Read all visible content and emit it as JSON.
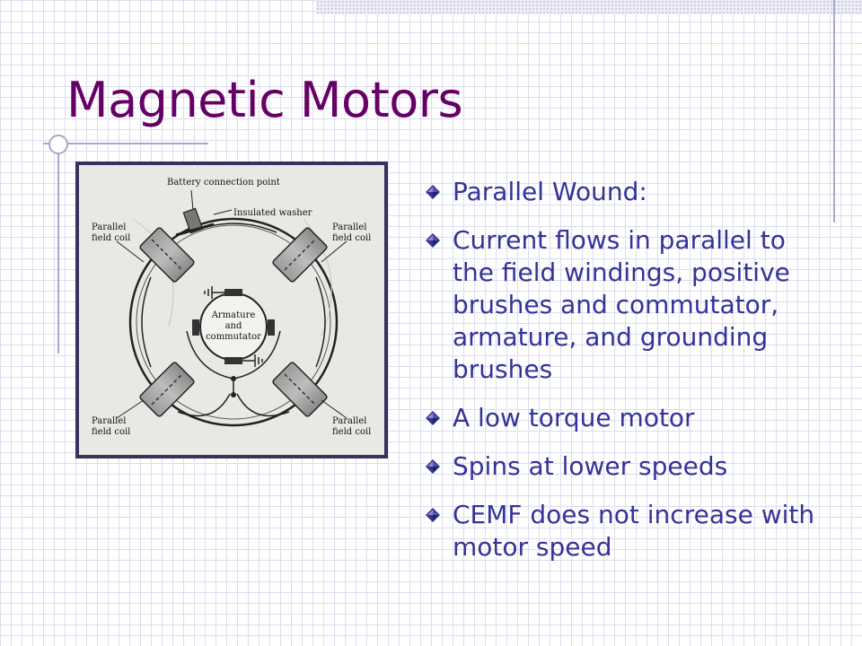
{
  "slide": {
    "title": "Magnetic Motors",
    "bullets": [
      "Parallel Wound:",
      "Current flows in parallel to the field windings, positive brushes and commutator, armature, and grounding brushes",
      "A low torque motor",
      "Spins at lower speeds",
      "CEMF does not increase with motor speed"
    ]
  },
  "figure": {
    "battery_label": "Battery connection point",
    "washer_label": "Insulated washer",
    "armature_label_1": "Armature",
    "armature_label_2": "and",
    "armature_label_3": "commutator",
    "coil_label_1": "Parallel",
    "coil_label_2": "field coil"
  },
  "theme": {
    "title_color": "#660066",
    "text_color": "#333399",
    "bullet_icon": "diamond-bullet-icon"
  }
}
